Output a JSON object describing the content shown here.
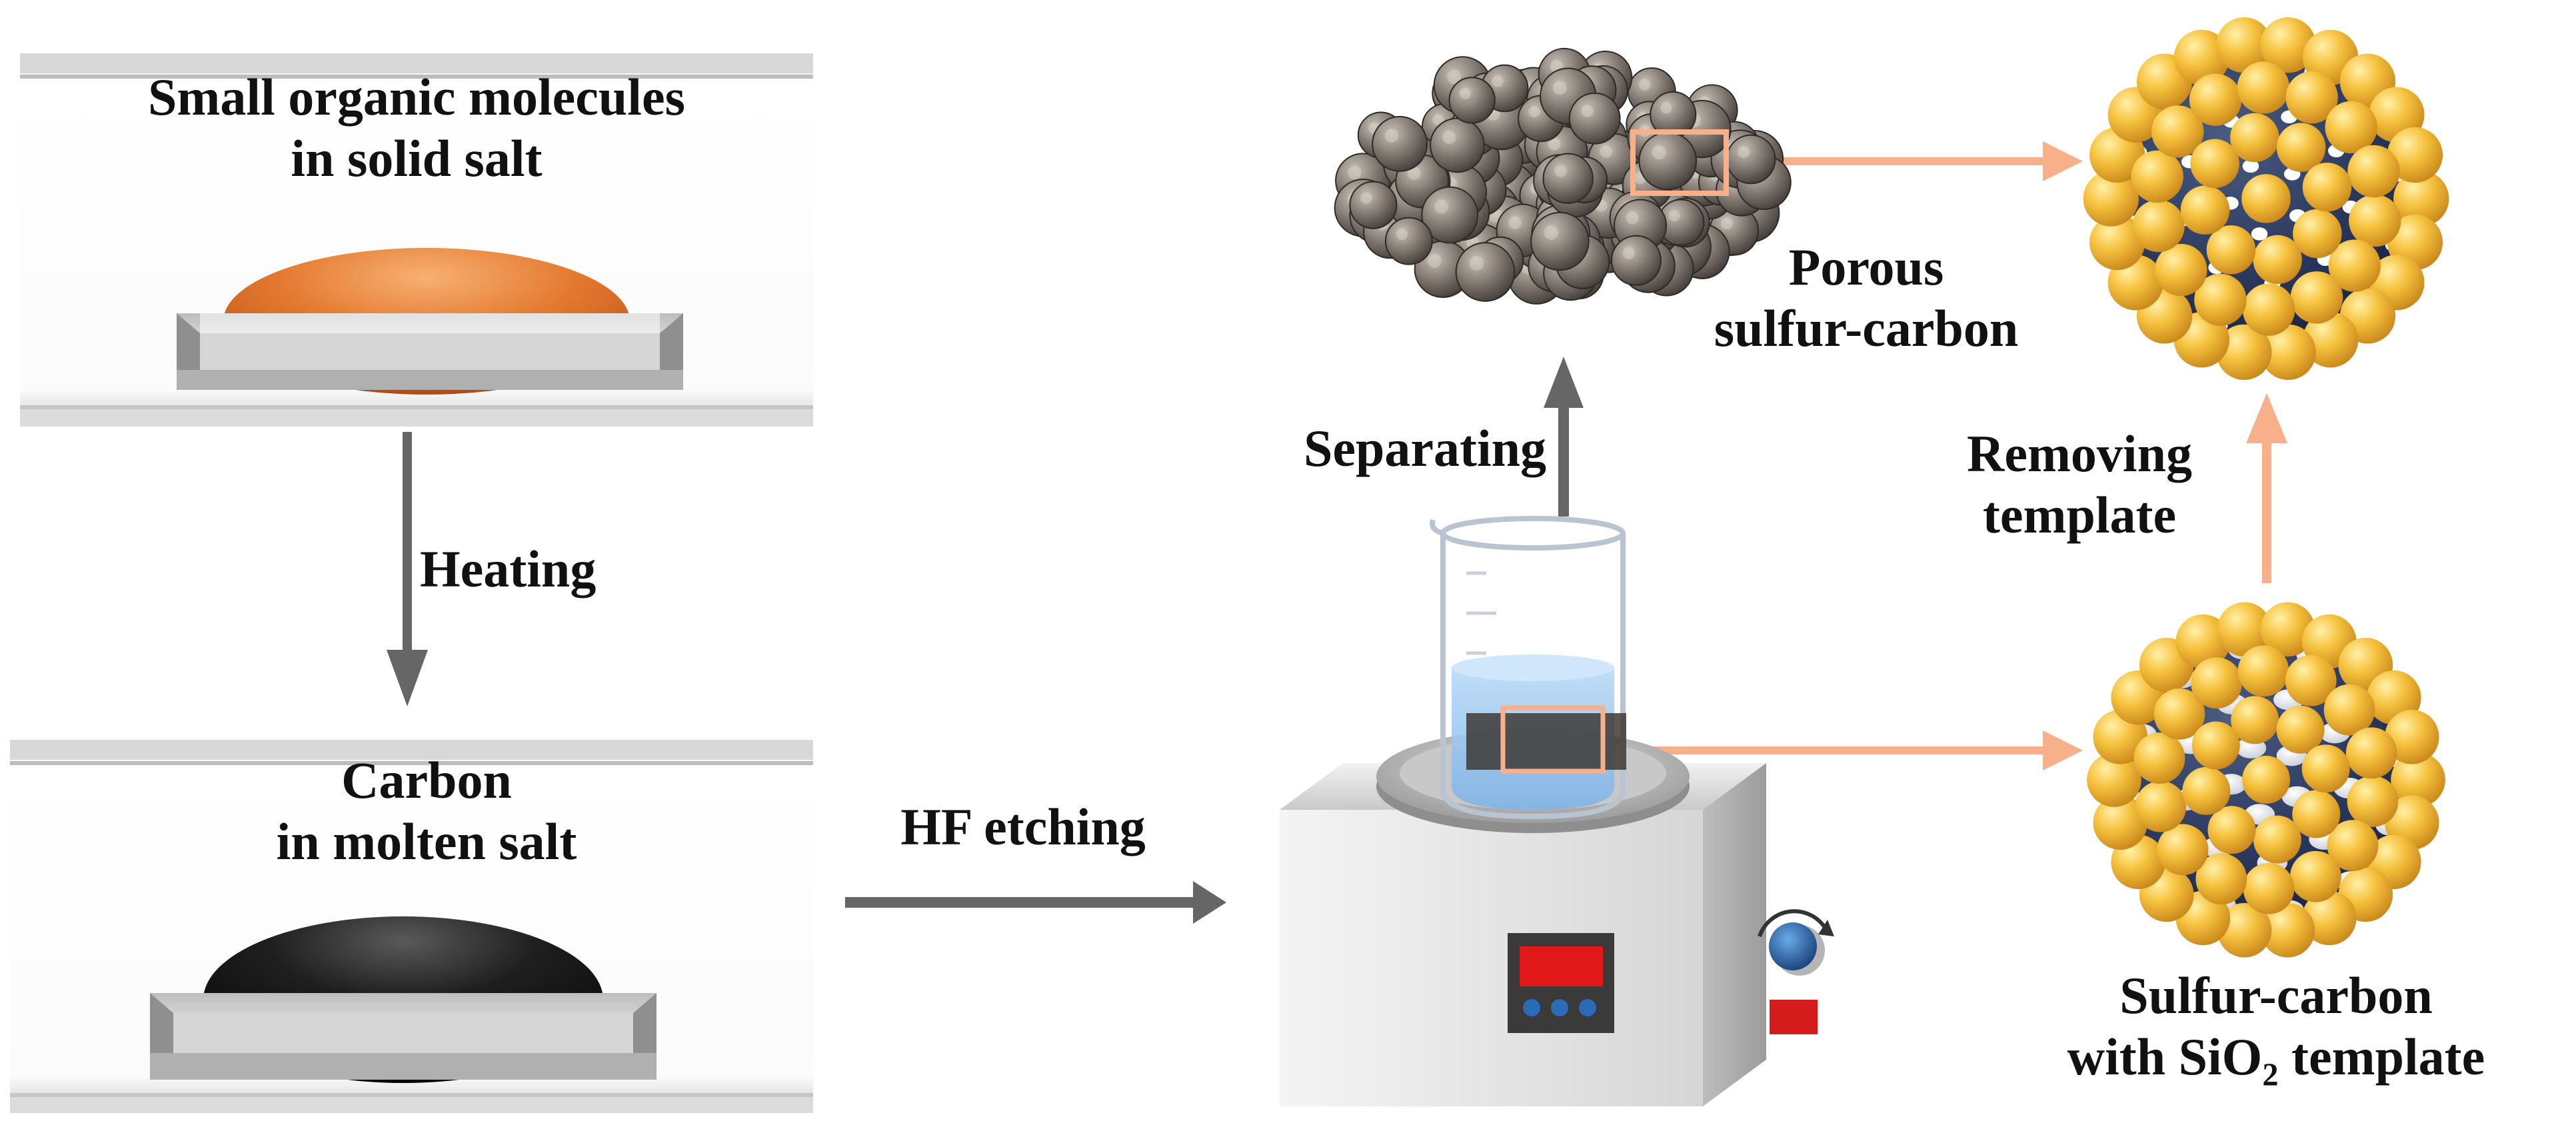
{
  "steps": {
    "precursor": {
      "line1": "Small organic molecules",
      "line2": "in solid salt"
    },
    "heating": "Heating",
    "carbon": {
      "line1": "Carbon",
      "line2": "in molten salt"
    },
    "etching": "HF etching",
    "separating": "Separating",
    "porous": {
      "line1": "Porous",
      "line2": "sulfur-carbon"
    },
    "removing": {
      "line1": "Removing",
      "line2": "template"
    },
    "template": {
      "line1": "Sulfur-carbon",
      "line2_prefix": "with SiO",
      "line2_sub": "2",
      "line2_suffix": " template"
    }
  },
  "colors": {
    "arrow_gray": "#666666",
    "arrow_peach": "#f7b08a",
    "precursor_orange": "#e0712a",
    "carbon_black": "#1a1a1a",
    "sphere_navy": "#2b3a57",
    "bump_gold": "#f2b836",
    "display_red": "#e01818",
    "liquid_blue": "#9ec8ee"
  }
}
